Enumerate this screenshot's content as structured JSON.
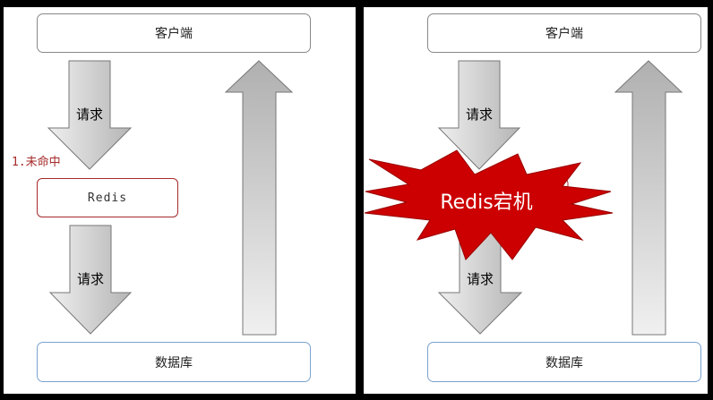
{
  "left": {
    "client_label": "客户端",
    "request_down_label": "请求",
    "cache_miss_label": "1.未命中",
    "redis_label": "Redis",
    "request_db_label": "请求",
    "db_label": "数据库"
  },
  "right": {
    "client_label": "客户端",
    "request_down_label": "请求",
    "redis_down_label": "Redis宕机",
    "request_db_label": "请求",
    "db_label": "数据库"
  },
  "colors": {
    "frame": "#000000",
    "arrow_light": "#eeeeee",
    "arrow_dark": "#b8b8b8",
    "burst": "#cc0000",
    "redis_border": "#a52a2a",
    "db_border": "#7aa3cf"
  }
}
